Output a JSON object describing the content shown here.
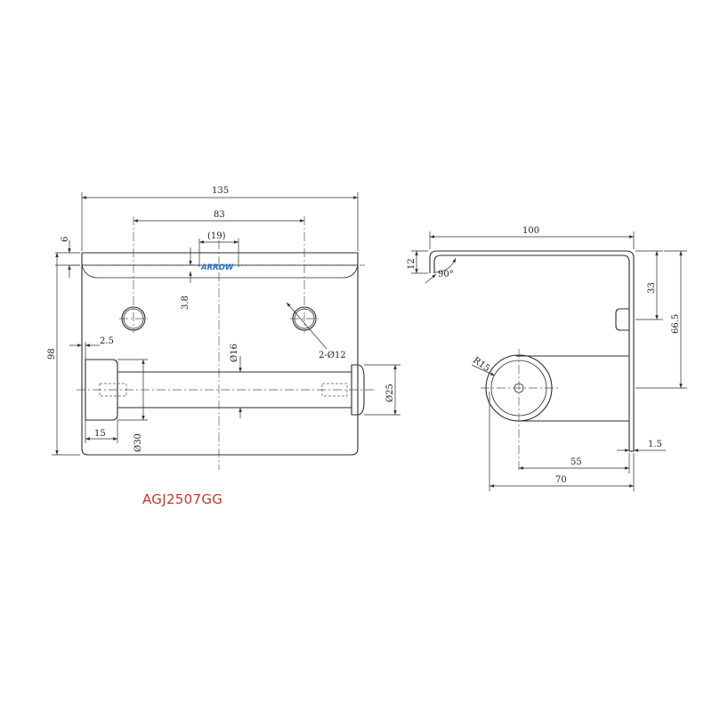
{
  "model_code": "AGJ2507GG",
  "brand_logo": "ARROW",
  "colors": {
    "line": "#2b2b2b",
    "brand": "#1f6fd6",
    "model_code": "#c0392b"
  },
  "front_view": {
    "dimensions": {
      "overall_width": "135",
      "hole_spacing": "83",
      "logo_width": "(19)",
      "top_lip": "6",
      "overall_height": "98",
      "logo_offset": "3.8",
      "cap_gap": "2.5",
      "holes": "2-Ø12",
      "bar_diameter": "Ø16",
      "end_diameter": "Ø25",
      "cap_length": "15",
      "cap_diameter": "Ø30"
    }
  },
  "side_view": {
    "dimensions": {
      "depth": "100",
      "lip_height": "12",
      "angle": "90°",
      "hole_height": "33",
      "bar_height": "66.5",
      "radius": "R15",
      "bar_offset": "55",
      "overall_depth": "70",
      "thickness": "1.5"
    }
  }
}
